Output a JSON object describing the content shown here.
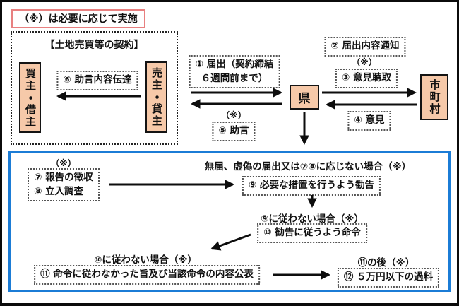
{
  "legend": {
    "text": "（※）は必要に応じて実施"
  },
  "marks": {
    "asterisk": "（※）"
  },
  "contract": {
    "title": "【土地売買等の契約】",
    "buyer": "買主・借主",
    "seller": "売主・貸主",
    "step6": "⑥ 助言内容伝達"
  },
  "top_flow": {
    "step1_line1": "① 届出（契約締結",
    "step1_line2": "６週間前まで）",
    "step5": "⑤ 助言",
    "prefecture": "県",
    "step2": "② 届出内容通知",
    "step3": "③ 意見聴取",
    "step4": "④ 意見",
    "municipality": "市町村"
  },
  "bottom_flow": {
    "step7": "⑦ 報告の徴収",
    "step8": "⑧ 立入調査",
    "case9": "無届、虚偽の届出又は⑦⑧に応じない場合（※）",
    "step9": "⑨ 必要な措置を行うよう勧告",
    "case10": "⑨に従わない場合（※）",
    "step10": "⑩ 勧告に従うよう命令",
    "case11": "⑩に従わない場合（※）",
    "step11": "⑪ 命令に従わなかった旨及び当該命令の内容公表",
    "case12": "⑪の後（※）",
    "step12": "⑫ ５万円以下の過料"
  },
  "colors": {
    "entity_fill": "#F6C9A9",
    "legend_border": "#E88080",
    "enforcement_border": "#1B7CD6",
    "ink": "#111111"
  }
}
